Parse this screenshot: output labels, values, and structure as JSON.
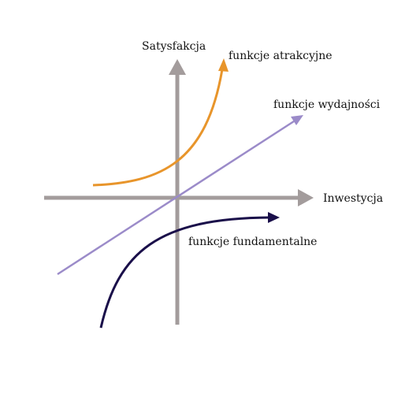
{
  "axes": {
    "y_label": "Satysfakcja",
    "x_label": "Inwestycja",
    "color": "#a39c9c"
  },
  "curves": {
    "attractive": {
      "label": "funkcje atrakcyjne",
      "color": "#e8952b"
    },
    "performance": {
      "label": "funkcje wydajności",
      "color": "#9b8bc9"
    },
    "basic": {
      "label": "funkcje fundamentalne",
      "color": "#1a0f4a"
    }
  }
}
